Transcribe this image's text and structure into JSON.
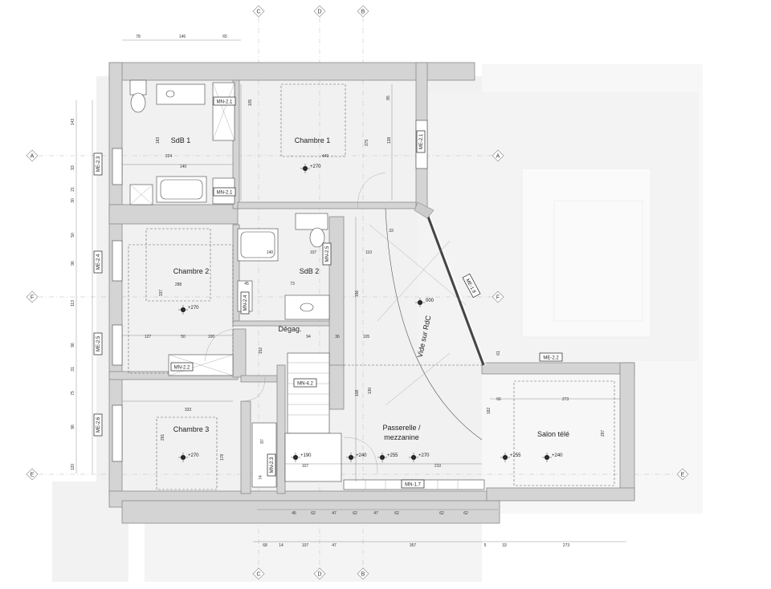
{
  "rooms": {
    "sdb1": "SdB 1",
    "chambre1": "Chambre 1",
    "chambre2": "Chambre 2",
    "sdb2": "SdB 2",
    "degag": "Dégag.",
    "chambre3": "Chambre 3",
    "vide": "Vide sur RdC",
    "passerelle_l1": "Passerelle /",
    "passerelle_l2": "mezzanine",
    "salon": "Salon télé"
  },
  "tags": {
    "mn21a": "MN-2.1",
    "mn21b": "MN-2.1",
    "me21": "ME-2.1",
    "me23": "ME-2.3",
    "me24": "ME-2.4",
    "me25": "ME-2.5",
    "me26": "ME-2.6",
    "mn22": "MN-2.2",
    "mn23": "MN-2.3",
    "mn24": "MN-2.4",
    "mn25": "MN-2.5",
    "mn42": "MN-4.2",
    "mn17": "MN-1.7",
    "me18": "ME-1.8",
    "me22": "ME-2.2"
  },
  "grid": {
    "c": "C",
    "d": "D",
    "b": "B",
    "a": "A",
    "f": "F",
    "e": "E"
  },
  "levels": {
    "l1": "+270",
    "l2": "+270",
    "l3": "000",
    "l4": "+270",
    "l5": "+190",
    "l6": "+240",
    "l7": "+255",
    "l8": "+270",
    "l9": "+255",
    "l10": "+240"
  },
  "dims": {
    "top": [
      "78",
      "146",
      "65"
    ],
    "left": [
      "143",
      "93",
      "21",
      "30",
      "50",
      "96",
      "113",
      "96",
      "31",
      "75",
      "96",
      "120"
    ],
    "bottom1": [
      "45",
      "62",
      "47",
      "62",
      "47",
      "62",
      "62",
      "62"
    ],
    "bottom2": [
      "68",
      "14",
      "107",
      "47",
      "357",
      "5",
      "33",
      "273"
    ],
    "sdb1_w": "224",
    "sdb1_h": "183",
    "sdb1_140": "140",
    "ch1_w": "449",
    "ch1_h": "375",
    "ch1_105": "105",
    "ch1_85": "85",
    "ch1_138": "138",
    "ch2_w": "288",
    "ch2_h": "337",
    "ch2_127": "127",
    "ch2_50": "50",
    "ch2_100": "100",
    "ch3_w": "333",
    "ch3_h": "291",
    "ch3_178": "178",
    "sdb2_140": "140",
    "sdb2_107": "107",
    "sdb2_73": "73",
    "sdb2_45": "45",
    "deg_94": "94",
    "deg_36": "36",
    "deg_105": "105",
    "deg_152": "152",
    "pas_156": "156",
    "pas_108": "108",
    "pas_130": "130",
    "pas_210": "210",
    "pas_107": "107",
    "sal_273": "273",
    "sal_297": "297",
    "sal_182": "182",
    "sal_66": "66",
    "d_61": "61",
    "d_110": "110",
    "d_33": "33",
    "d_87": "87",
    "d_74": "74"
  }
}
